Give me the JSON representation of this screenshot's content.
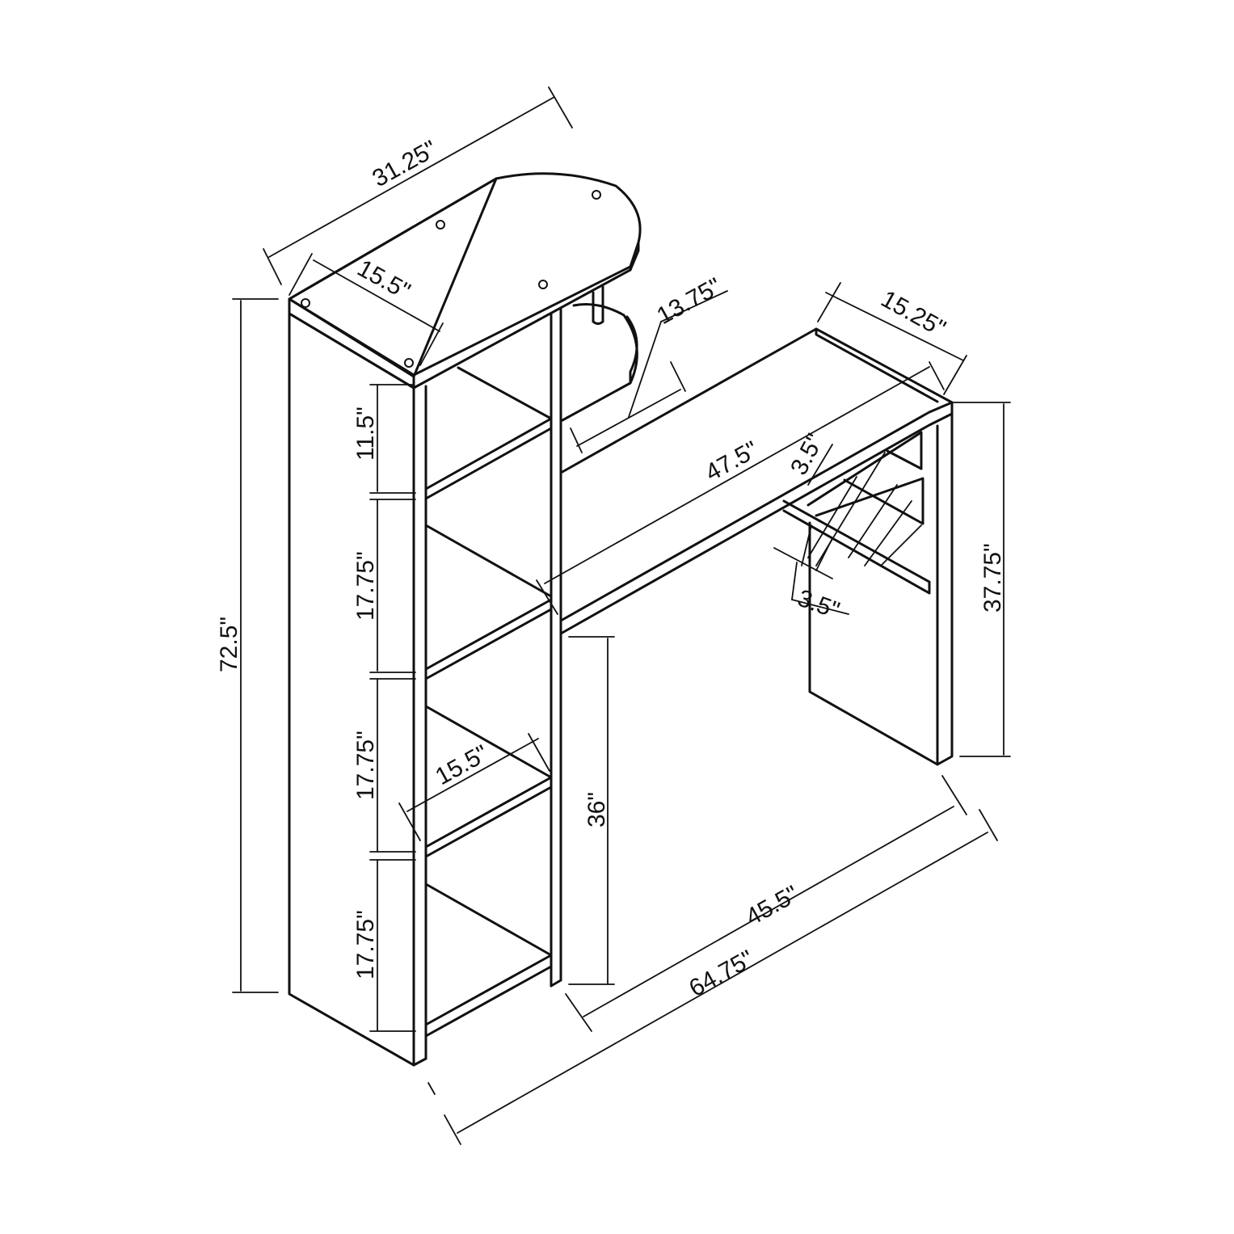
{
  "diagram": {
    "subject": "bar table with shelving unit and wine rack",
    "units": "inches",
    "dimensions": {
      "top_length": "31.25\"",
      "top_depth": "15.5\"",
      "shelf_gap": "13.75\"",
      "bar_depth": "15.25\"",
      "bar_length": "47.5\"",
      "rack_spacing_top": "3.5\"",
      "rack_spacing_bottom": "3.5\"",
      "total_height": "72.5\"",
      "shelf_1": "11.5\"",
      "shelf_2": "17.75\"",
      "shelf_3": "17.75\"",
      "shelf_4": "17.75\"",
      "shelf_depth": "15.5\"",
      "bar_clear_height": "36\"",
      "bar_height": "37.75\"",
      "bar_span": "45.5\"",
      "overall_length": "64.75\""
    },
    "colors": {
      "line": "#111111",
      "background": "#ffffff"
    }
  }
}
